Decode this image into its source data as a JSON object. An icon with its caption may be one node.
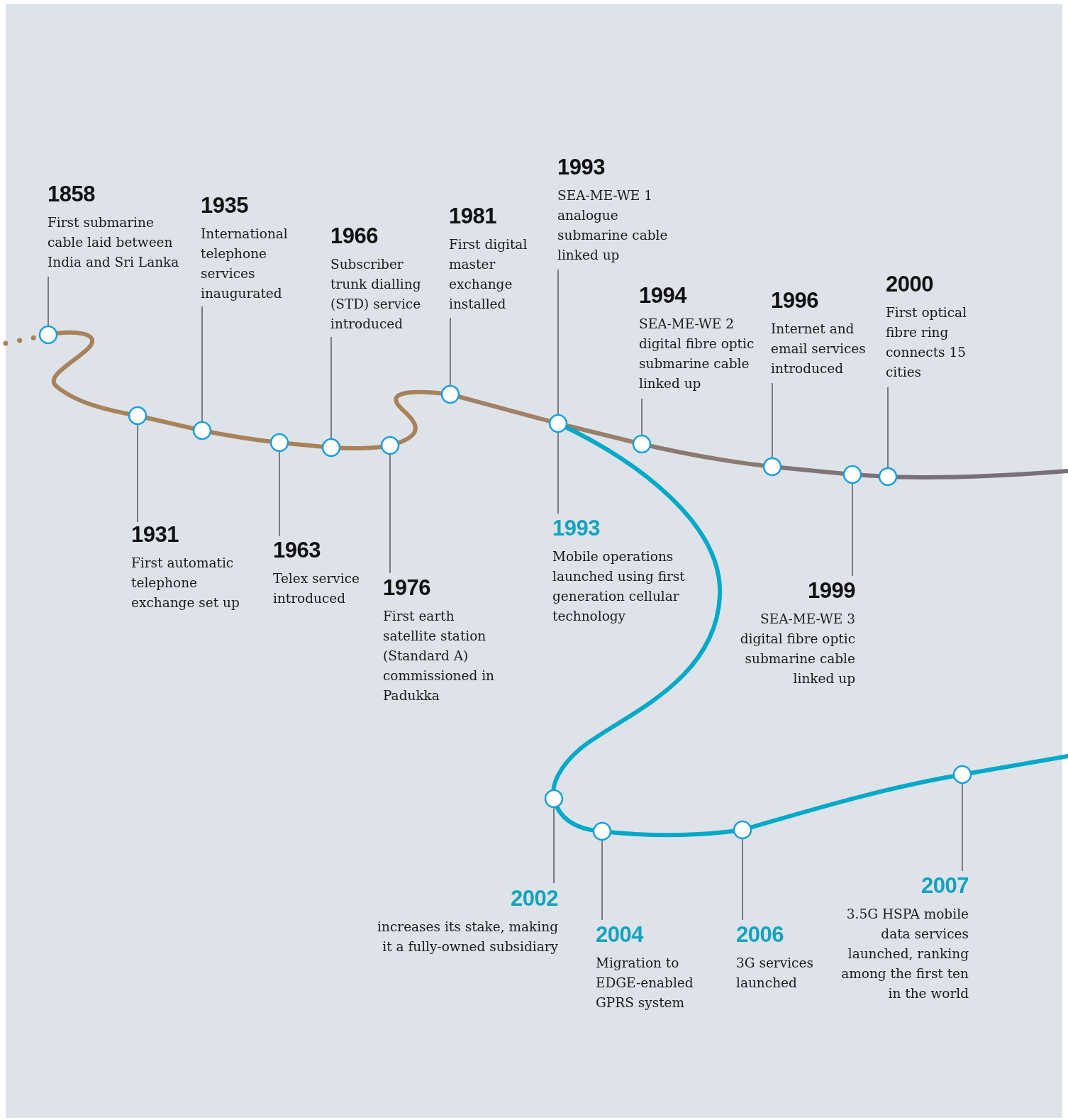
{
  "diagram": {
    "nodes": [
      {
        "text": [
          "1858",
          "First submarine cable laid between India and Sri Lanka"
        ]
      },
      {
        "text": [
          "1931",
          "First automatic telephone exchange set up"
        ]
      },
      {
        "text": [
          "1935",
          "International telephone services inaugurated"
        ]
      },
      {
        "text": [
          "1963",
          "Telex service introduced"
        ]
      },
      {
        "text": [
          "1966",
          "Subscriber trunk dialling (STD) service introduced"
        ]
      },
      {
        "text": [
          "1976",
          "First earth satellite station (Standard A) commissioned in Padukka"
        ]
      },
      {
        "text": [
          "1981",
          "First digital master exchange installed"
        ]
      },
      {
        "text": [
          "1993",
          "SEA-ME-WE 1 analogue submarine cable linked up"
        ]
      },
      {
        "text": [
          "1993",
          "Mobile operations launched using first generation cellular technology"
        ]
      },
      {
        "text": [
          "1994",
          "SEA-ME-WE 2 digital fibre optic submarine cable linked up"
        ]
      },
      {
        "text": [
          "1996",
          "Internet and email services introduced"
        ]
      },
      {
        "text": [
          "1999",
          "SEA-ME-WE 3 digital fibre optic submarine cable linked up"
        ]
      },
      {
        "text": [
          "2000",
          "First optical fibre ring connects 15 cities"
        ]
      },
      {
        "text": [
          "2002",
          "increases its stake, making it a fully-owned subsidiary"
        ]
      },
      {
        "text": [
          "2004",
          "Migration to EDGE-enabled GPRS system"
        ]
      },
      {
        "text": [
          "2006",
          "3G services launched"
        ]
      },
      {
        "text": [
          "2007",
          "3.5G HSPA mobile data services launched, ranking among the first ten in the world"
        ]
      },
      {
        "text": [],
        "shape": "circle"
      },
      {
        "text": [],
        "shape": "circle"
      },
      {
        "text": [],
        "shape": "circle"
      },
      {
        "text": [],
        "shape": "circle"
      },
      {
        "text": [],
        "shape": "circle"
      },
      {
        "text": [],
        "shape": "circle"
      },
      {
        "text": [],
        "shape": "circle"
      },
      {
        "text": [],
        "shape": "circle"
      },
      {
        "text": [],
        "shape": "circle"
      },
      {
        "text": [],
        "shape": "circle"
      },
      {
        "text": [],
        "shape": "circle"
      },
      {
        "text": [],
        "shape": "circle"
      },
      {
        "text": [],
        "shape": "circle"
      },
      {
        "text": [],
        "shape": "circle"
      },
      {
        "text": [],
        "shape": "circle"
      },
      {
        "text": [],
        "shape": "circle"
      }
    ],
    "edges": [
      {
        "from": 0,
        "to": 17,
        "arrow": "none"
      },
      {
        "from": 1,
        "to": 18,
        "arrow": "none"
      },
      {
        "from": 2,
        "to": 19,
        "arrow": "none"
      },
      {
        "from": 3,
        "to": 20,
        "arrow": "none"
      },
      {
        "from": 4,
        "to": 21,
        "arrow": "none"
      },
      {
        "from": 5,
        "to": 22,
        "arrow": "none"
      },
      {
        "from": 6,
        "to": 23,
        "arrow": "none"
      },
      {
        "from": 7,
        "to": 24,
        "arrow": "none"
      },
      {
        "from": 8,
        "to": 24,
        "arrow": "none"
      },
      {
        "from": 9,
        "to": 25,
        "arrow": "none"
      },
      {
        "from": 10,
        "to": 26,
        "arrow": "none"
      },
      {
        "from": 11,
        "to": 27,
        "arrow": "none"
      },
      {
        "from": 12,
        "to": 28,
        "arrow": "none"
      },
      {
        "from": 13,
        "to": 29,
        "arrow": "none"
      },
      {
        "from": 14,
        "to": 30,
        "arrow": "none"
      },
      {
        "from": 15,
        "to": 31,
        "arrow": "none"
      },
      {
        "from": 16,
        "to": 32,
        "arrow": "none"
      },
      {
        "from": null,
        "to": 17,
        "arrow": "none",
        "style": "dashed",
        "color": "#a8825a"
      },
      {
        "from": 17,
        "to": 18,
        "arrow": "none",
        "color": "#a8825a"
      },
      {
        "from": 18,
        "to": 19,
        "arrow": "none",
        "color": "#a8825a"
      },
      {
        "from": 19,
        "to": 20,
        "arrow": "none",
        "color": "#a8825a"
      },
      {
        "from": 20,
        "to": 21,
        "arrow": "none",
        "color": "#a8825a"
      },
      {
        "from": 21,
        "to": 22,
        "arrow": "none",
        "color": "#a8825a"
      },
      {
        "from": 22,
        "to": 23,
        "arrow": "none",
        "color": "#a8825a"
      },
      {
        "from": 23,
        "to": 24,
        "arrow": "none",
        "color": "#a28168"
      },
      {
        "from": 24,
        "to": 25,
        "arrow": "none",
        "color": "#9a8068"
      },
      {
        "from": 25,
        "to": 26,
        "arrow": "none",
        "color": "#8c7a70"
      },
      {
        "from": 26,
        "to": 27,
        "arrow": "none",
        "color": "#807478"
      },
      {
        "from": 27,
        "to": 28,
        "arrow": "none",
        "color": "#7c7278"
      },
      {
        "from": 28,
        "to": null,
        "arrow": "none",
        "color": "#787078"
      },
      {
        "from": 24,
        "to": 29,
        "arrow": "none",
        "color": "#00a9c8"
      },
      {
        "from": 29,
        "to": 30,
        "arrow": "none",
        "color": "#00a9c8"
      },
      {
        "from": 30,
        "to": 31,
        "arrow": "none",
        "color": "#00a9c8"
      },
      {
        "from": 31,
        "to": 32,
        "arrow": "none",
        "color": "#00a9c8"
      },
      {
        "from": 32,
        "to": null,
        "arrow": "none",
        "color": "#00a9c8"
      }
    ]
  }
}
